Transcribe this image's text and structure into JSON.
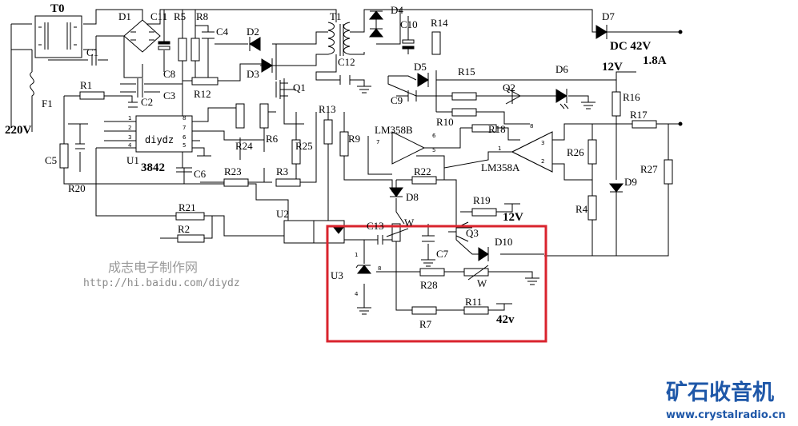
{
  "schematic": {
    "labels": {
      "T0": "T0",
      "D1": "D1",
      "C11": "C11",
      "R5": "R5",
      "R8": "R8",
      "C4": "C4",
      "D2": "D2",
      "T1": "T1",
      "D4": "D4",
      "C10": "C10",
      "R14": "R14",
      "D7": "D7",
      "C1": "C1",
      "D3": "D3",
      "C12": "C12",
      "C8": "C8",
      "C3": "C3",
      "C2": "C2",
      "R1": "R1",
      "R12": "R12",
      "Q1": "Q1",
      "D5": "D5",
      "R15": "R15",
      "Q2": "Q2",
      "D6": "D6",
      "R16": "R16",
      "R17": "R17",
      "F1": "F1",
      "R13": "R13",
      "C9": "C9",
      "R10": "R10",
      "R18": "R18",
      "LM358B": "LM358B",
      "LM358A": "LM358A",
      "R9": "R9",
      "R24": "R24",
      "R6": "R6",
      "R25": "R25",
      "R26": "R26",
      "R27": "R27",
      "C5": "C5",
      "U1": "U1",
      "C6": "C6",
      "R23": "R23",
      "R3": "R3",
      "R22": "R22",
      "R20": "R20",
      "D8": "D8",
      "D9": "D9",
      "R4": "R4",
      "R19": "R19",
      "R21": "R21",
      "U2": "U2",
      "C13": "C13",
      "Q3": "Q3",
      "D10": "D10",
      "R2": "R2",
      "C7": "C7",
      "U3": "U3",
      "R28": "R28",
      "R11": "R11",
      "R7": "R7",
      "W1": "W",
      "W2": "W"
    },
    "values": {
      "ac_input": "220V",
      "dc_output": "DC 42V",
      "current": "1.8A",
      "aux_voltage": "12V",
      "aux_voltage_r19": "12V",
      "ref_voltage": "42v",
      "ic_text": "diydz",
      "ic_part": "3842"
    },
    "pins": [
      "1",
      "2",
      "3",
      "4",
      "8",
      "7",
      "6",
      "5"
    ],
    "op_pins": {
      "b_out": "7",
      "b_in_p": "6",
      "b_in_n": "5",
      "a_out": "1",
      "a_in_p": "3",
      "a_in_n": "2",
      "vcc": "8"
    },
    "u3_pins": {
      "top": "1",
      "right": "8",
      "bottom": "4"
    }
  },
  "watermark": {
    "site_name": "成志电子制作网",
    "site_url": "http://hi.baidu.com/diydz"
  },
  "logo": {
    "name": "矿石收音机",
    "url": "www.crystalradio.cn"
  },
  "colors": {
    "highlight": "#d9232d",
    "logo": "#1e57a8",
    "ink": "#000000"
  }
}
